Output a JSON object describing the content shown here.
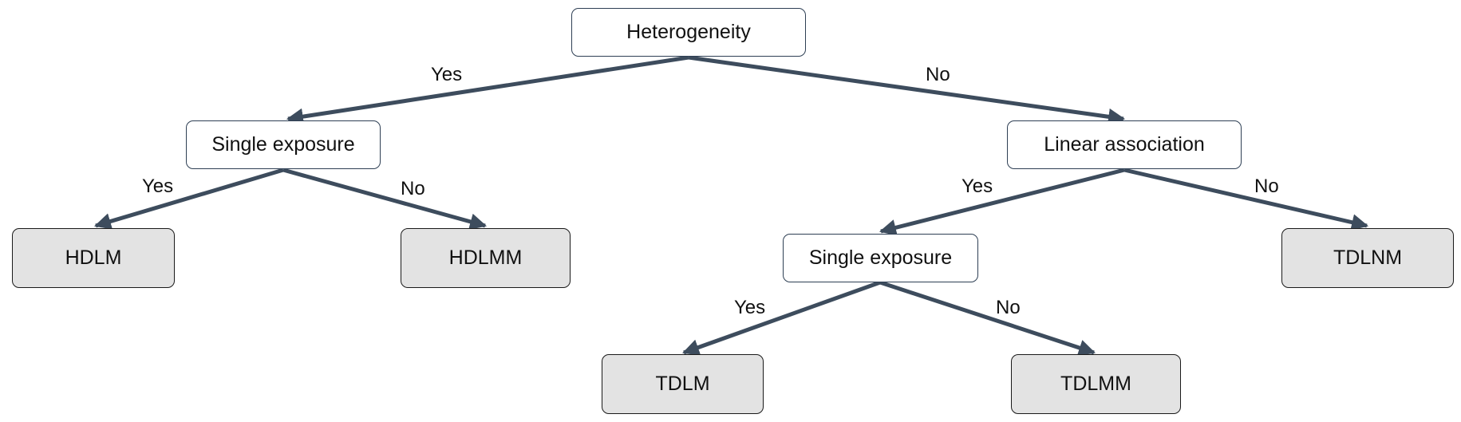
{
  "colors": {
    "edge": "#3d4c5d",
    "decision_fill": "#ffffff",
    "leaf_fill": "#e3e3e3"
  },
  "nodes": {
    "root": "Heterogeneity",
    "single_exposure_left": "Single exposure",
    "linear_association": "Linear association",
    "hdlm": "HDLM",
    "hdlmm": "HDLMM",
    "single_exposure_right": "Single exposure",
    "tdlnm": "TDLNM",
    "tdlm": "TDLM",
    "tdlmm": "TDLMM"
  },
  "edges": {
    "root_yes": "Yes",
    "root_no": "No",
    "sel_yes": "Yes",
    "sel_no": "No",
    "lin_yes": "Yes",
    "lin_no": "No",
    "ser_yes": "Yes",
    "ser_no": "No"
  }
}
